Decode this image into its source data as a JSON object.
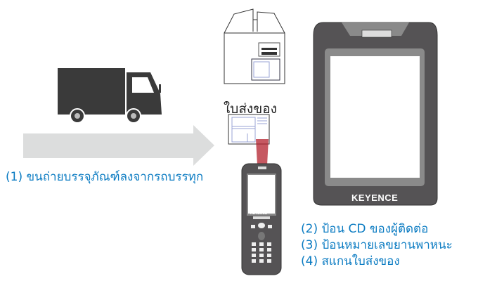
{
  "labels": {
    "step1": "(1) ขนถ่ายบรรจุภัณฑ์ลงจากรถบรรทุก",
    "waybill": "ใบส่งของ",
    "step2": "(2) ป้อน CD ของผู้ติดต่อ",
    "step3": "(3) ป้อนหมายเลขยานพาหนะ",
    "step4": "(4) สแกนใบส่งของ"
  },
  "brand": "KEYENCE",
  "colors": {
    "accent": "#0a7bc2",
    "device": "#555355",
    "arrow": "#dcdddd",
    "beam": "#b3202c"
  }
}
